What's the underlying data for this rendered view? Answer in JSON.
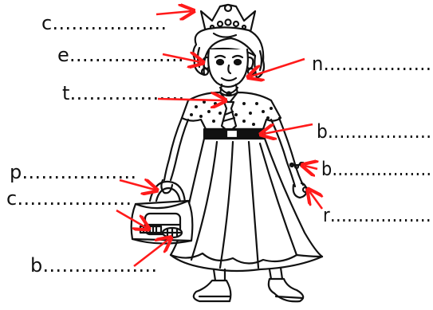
{
  "worksheet": {
    "labels": [
      {
        "id": "crown",
        "text": "c………………"
      },
      {
        "id": "earring",
        "text": "e………………"
      },
      {
        "id": "tie",
        "text": "t………………"
      },
      {
        "id": "necklace",
        "text": "n………………"
      },
      {
        "id": "belt",
        "text": "b………………"
      },
      {
        "id": "bracelet",
        "text": "b………………"
      },
      {
        "id": "ring",
        "text": "r………………"
      },
      {
        "id": "purse",
        "text": "p………………"
      },
      {
        "id": "comb",
        "text": "c………………"
      },
      {
        "id": "brush",
        "text": "b………………"
      }
    ],
    "arrow_color": "#ff1a1a",
    "line_color": "#111111"
  }
}
